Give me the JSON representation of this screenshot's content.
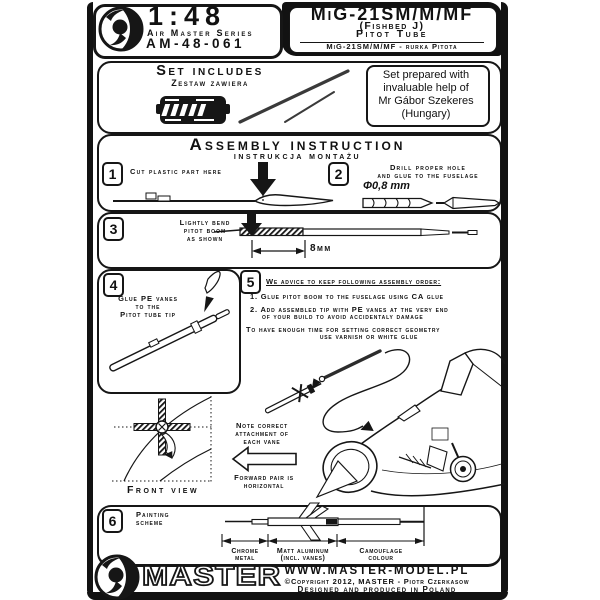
{
  "header": {
    "scale": "1:48",
    "series": "Air Master Series",
    "code": "AM-48-061",
    "title": "MiG-21SM/M/MF",
    "variant": "(Fishbed J)",
    "product": "Pitot Tube",
    "title_pl": "MiG-21SM/M/MF - rurka Pitota",
    "logo_icon": "master-bird-logo"
  },
  "set_includes": {
    "title": "Set includes",
    "title_pl": "Zestaw zawiera"
  },
  "credit_note": {
    "lines": [
      "Set prepared with",
      "invaluable help of",
      "Mr Gábor Szekeres",
      "(Hungary)"
    ]
  },
  "assembly": {
    "title": "Assembly instruction",
    "title_pl": "instrukcja montażu"
  },
  "steps": {
    "step1": {
      "num": "1",
      "text": "Cut plastic part here"
    },
    "step2": {
      "num": "2",
      "line1": "Drill proper hole",
      "line2": "and glue to the fuselage",
      "diameter": "Φ0,8 mm"
    },
    "step3": {
      "num": "3",
      "line1": "Lightly bend",
      "line2": "pitot boom",
      "line3": "as shown",
      "dimension": "8mm"
    },
    "step4": {
      "num": "4",
      "line1": "Glue PE vanes",
      "line2": "to the",
      "line3": "Pitot tube tip"
    },
    "step5": {
      "num": "5",
      "heading": "We advice to keep following assembly order:",
      "item1": "1. Glue pitot boom to the fuselage using CA glue",
      "item2_line1": "2. Add assembled tip with PE vanes at the very end",
      "item2_line2": "of your build to avoid accidentaly damage",
      "note_line1": "To have enough time for setting correct geometry",
      "note_line2": "use varnish or white glue"
    },
    "step6": {
      "num": "6",
      "line1": "Painting",
      "line2": "scheme"
    }
  },
  "front_view": {
    "note_line1": "Note correct",
    "note_line2": "attachment of",
    "note_line3": "each vane",
    "fwd_line1": "Forward pair is",
    "fwd_line2": "horizontal",
    "label": "Front view"
  },
  "painting_zones": [
    {
      "line1": "Chrome",
      "line2": "metal"
    },
    {
      "line1": "Matt aluminum",
      "line2": "(incl. vanes)"
    },
    {
      "line1": "Camouflage",
      "line2": "colour"
    }
  ],
  "footer": {
    "brand": "MASTER",
    "website": "WWW.MASTER-MODEL.PL",
    "copyright": "©Copyright 2012, MASTER - Piotr Czerkasow",
    "produced": "Designed and produced in Poland",
    "logo_icon": "master-bird-logo"
  },
  "colors": {
    "ink": "#161616",
    "paper": "#ffffff"
  }
}
